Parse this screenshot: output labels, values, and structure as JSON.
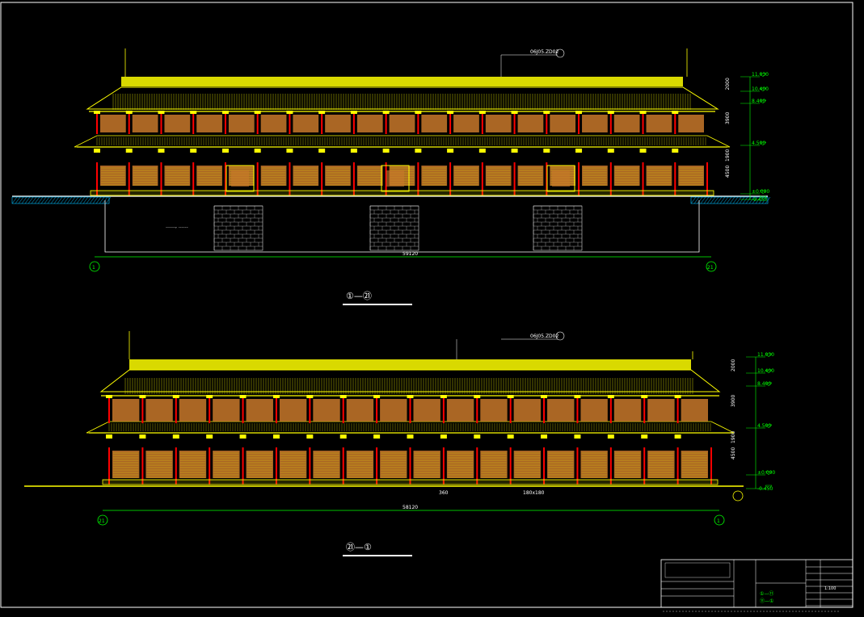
{
  "drawing": {
    "top_elevation": {
      "view_label": "①—㉑",
      "grid_left": "1",
      "grid_right": "21",
      "total_dimension": "59120",
      "elevations": [
        "11.030",
        "10.400",
        "8.400",
        "4.500",
        "±0.000",
        "-0.450"
      ],
      "height_dims": [
        "2000",
        "3900",
        "1900",
        "4500"
      ],
      "roof_callout": "06J05.ZD02",
      "foundation_note": "……, ……"
    },
    "bottom_elevation": {
      "view_label": "㉑—①",
      "grid_left": "21",
      "grid_right": "1",
      "total_dimension": "58120",
      "elevations": [
        "11.030",
        "10.400",
        "8.400",
        "4.500",
        "±0.000",
        "-0.450"
      ],
      "height_dims": [
        "2000",
        "3900",
        "1900",
        "4500"
      ],
      "roof_callout": "06J05.ZD02",
      "callouts": [
        "360",
        "180x180"
      ]
    }
  },
  "title_block": {
    "scale": "1:100",
    "views": [
      "①—⑪",
      "⑪—①"
    ]
  },
  "colors": {
    "line": "#ffff00",
    "dimension": "#00ff00",
    "timber": "#c8782a",
    "column": "#ff0000",
    "frame": "#ffffff"
  }
}
